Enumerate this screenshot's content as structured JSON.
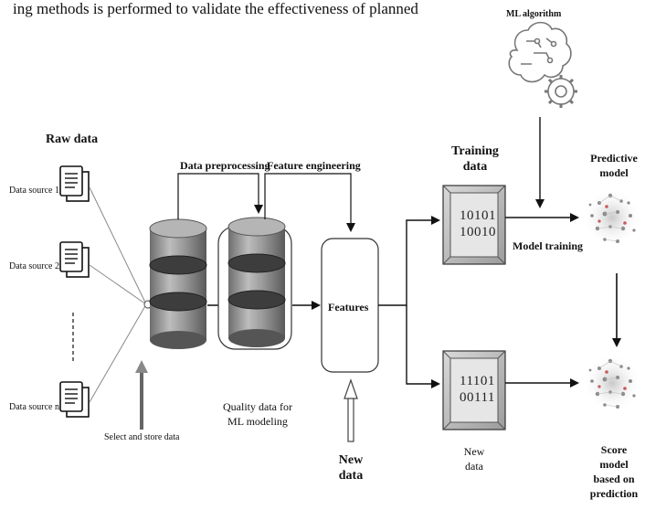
{
  "header": {
    "top_text": "ing methods is performed to validate the effectiveness of planned"
  },
  "raw_data": {
    "title": "Raw data",
    "sources": [
      "Data source 1",
      "Data source 2",
      "Data source n"
    ]
  },
  "labels": {
    "select_store": "Select and store data",
    "data_preprocessing": "Data preprocessing",
    "feature_engineering": "Feature engineering",
    "quality_data": [
      "Quality data for",
      "ML modeling"
    ],
    "features": "Features",
    "new_data_left": [
      "New",
      "data"
    ],
    "training_data": [
      "Training",
      "data"
    ],
    "new_data_right": [
      "New",
      "data"
    ],
    "model_training": "Model training",
    "ml_algorithm": "ML algorithm",
    "predictive_model": [
      "Predictive",
      "model"
    ],
    "score_model": [
      "Score",
      "model",
      "based on",
      "prediction"
    ]
  },
  "codes": {
    "training": [
      "10101",
      "10010"
    ],
    "new": [
      "11101",
      "00111"
    ]
  }
}
